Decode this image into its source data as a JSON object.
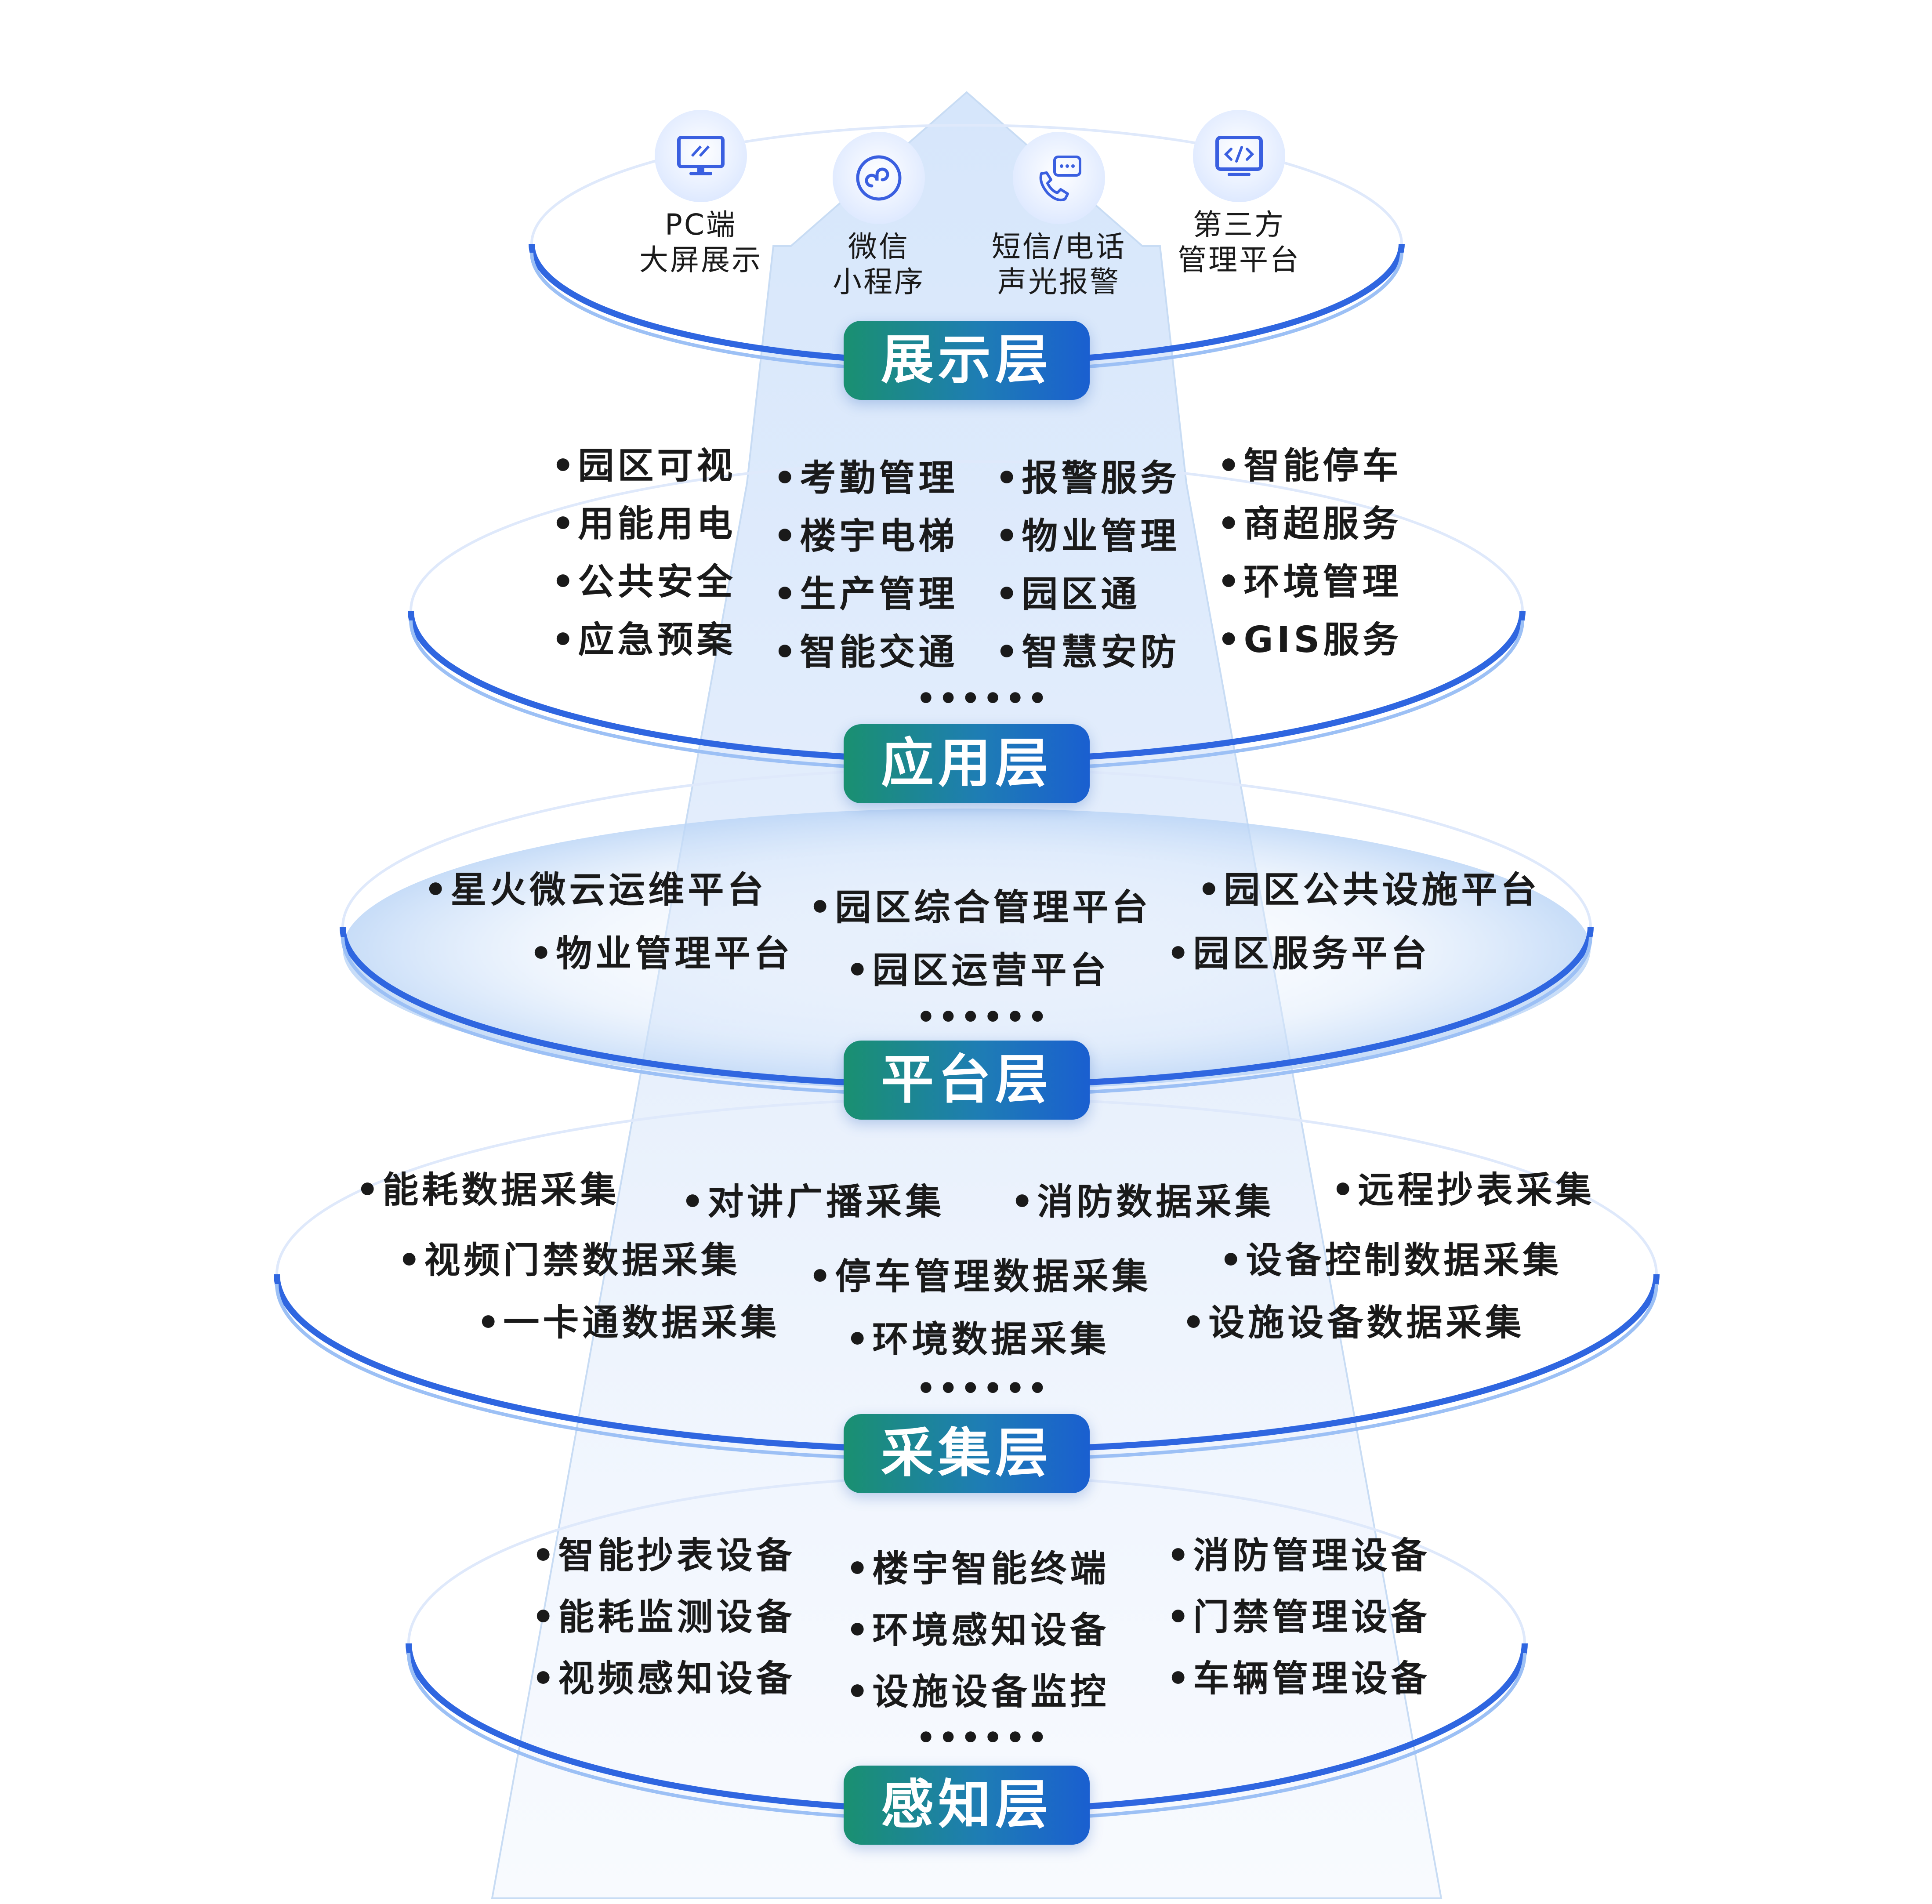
{
  "channels": [
    {
      "icon": "monitor-icon",
      "line1": "PC端",
      "line2": "大屏展示"
    },
    {
      "icon": "mini-program-icon",
      "line1": "微信",
      "line2": "小程序"
    },
    {
      "icon": "phone-message-icon",
      "line1": "短信/电话",
      "line2": "声光报警"
    },
    {
      "icon": "code-window-icon",
      "line1": "第三方",
      "line2": "管理平台"
    }
  ],
  "layers": {
    "display": {
      "label": "展示层"
    },
    "application": {
      "label": "应用层",
      "col1": [
        "•园区可视",
        "•用能用电",
        "•公共安全",
        "•应急预案"
      ],
      "col2": [
        "•考勤管理",
        "•楼宇电梯",
        "•生产管理",
        "•智能交通"
      ],
      "col3": [
        "•报警服务",
        "•物业管理",
        "•园区通",
        "•智慧安防"
      ],
      "col4": [
        "•智能停车",
        "•商超服务",
        "•环境管理",
        "•GIS服务"
      ],
      "more": "••••••"
    },
    "platform": {
      "label": "平台层",
      "items": [
        "•星火微云运维平台",
        "•物业管理平台",
        "•园区综合管理平台",
        "•园区运营平台",
        "•园区公共设施平台",
        "•园区服务平台"
      ],
      "more": "••••••"
    },
    "collection": {
      "label": "采集层",
      "items": [
        "•能耗数据采集",
        "•视频门禁数据采集",
        "•一卡通数据采集",
        "•对讲广播采集",
        "•消防数据采集",
        "•停车管理数据采集",
        "•环境数据采集",
        "•远程抄表采集",
        "•设备控制数据采集",
        "•设施设备数据采集"
      ],
      "more": "••••••"
    },
    "perception": {
      "label": "感知层",
      "col1": [
        "•智能抄表设备",
        "•能耗监测设备",
        "•视频感知设备"
      ],
      "col2": [
        "•楼宇智能终端",
        "•环境感知设备",
        "•设施设备监控"
      ],
      "col3": [
        "•消防管理设备",
        "•门禁管理设备",
        "•车辆管理设备"
      ],
      "more": "••••••"
    }
  },
  "colors": {
    "ring": "#2f66e0",
    "arrow_fill": "#e3edfb",
    "badge_start": "#1a9070",
    "badge_end": "#1a5fd0",
    "icon": "#3a5fe0"
  }
}
